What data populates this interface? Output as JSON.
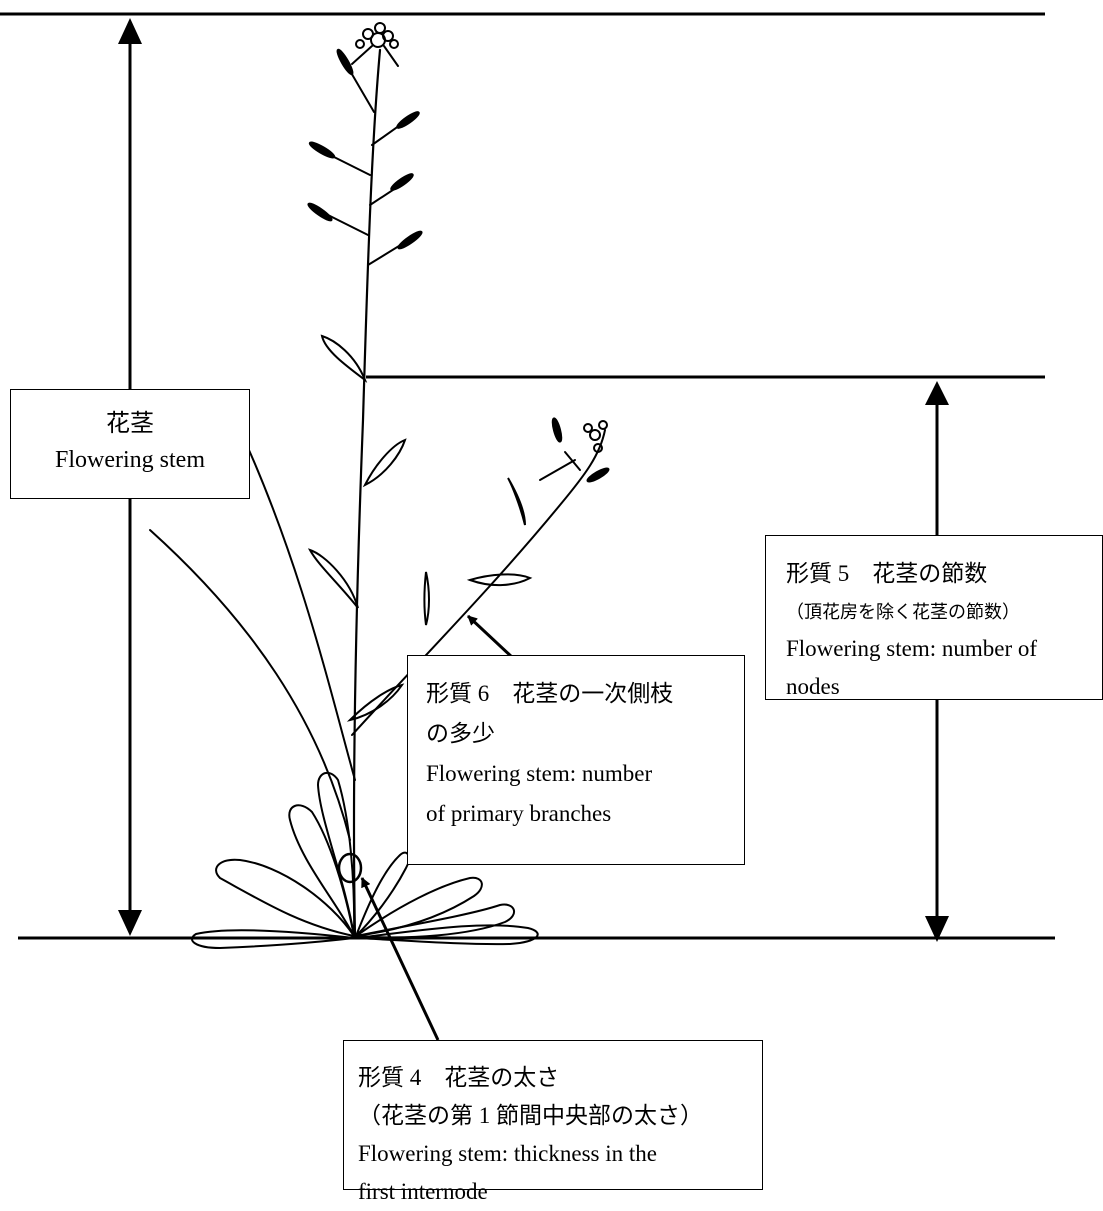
{
  "labels": {
    "flowering_stem": {
      "jp": "花茎",
      "en": "Flowering stem"
    },
    "trait5": {
      "jp_title": "形質 5　花茎の節数",
      "jp_note": "（頂花房を除く花茎の節数）",
      "en_line1": "Flowering stem: number of",
      "en_line2": "nodes"
    },
    "trait6": {
      "jp_line1": "形質 6　花茎の一次側枝",
      "jp_line2": "の多少",
      "en_line1": "Flowering stem: number",
      "en_line2": "of primary branches"
    },
    "trait4": {
      "jp_title": "形質 4　花茎の太さ",
      "jp_note": "（花茎の第 1 節間中央部の太さ）",
      "en_line1": "Flowering stem: thickness in the",
      "en_line2": "first internode"
    }
  },
  "colors": {
    "ink": "#000000",
    "background": "#ffffff"
  }
}
